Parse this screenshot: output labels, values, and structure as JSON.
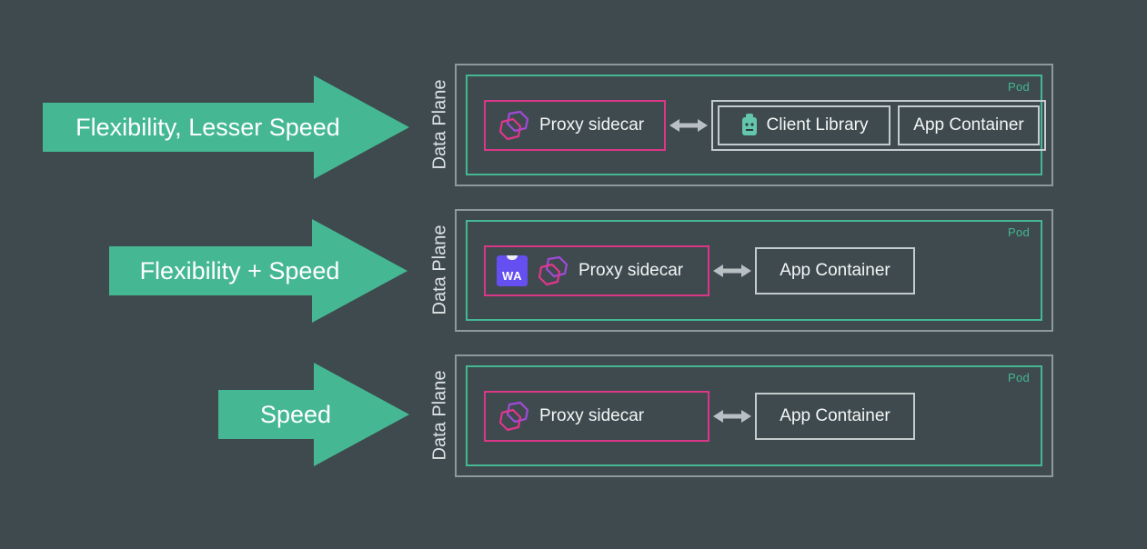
{
  "colors": {
    "background": "#3E4A4E",
    "accent_teal": "#45B893",
    "proxy_pink": "#DC3688",
    "envoy_purple": "#A04BD8",
    "wasm_purple": "#654FF0",
    "outer_border_gray": "#8F989B",
    "inner_border_light": "#C4CCCE",
    "connector_gray": "#B9C0C3",
    "text_white": "#FFFFFF"
  },
  "rows": [
    {
      "arrow_label": "Flexibility, Lesser Speed",
      "data_plane": "Data Plane",
      "pod": "Pod",
      "proxy": "Proxy sidecar",
      "client_library": "Client Library",
      "app_container": "App Container"
    },
    {
      "arrow_label": "Flexibility + Speed",
      "data_plane": "Data Plane",
      "pod": "Pod",
      "wasm": "WA",
      "proxy": "Proxy sidecar",
      "app_container": "App Container"
    },
    {
      "arrow_label": "Speed",
      "data_plane": "Data Plane",
      "pod": "Pod",
      "proxy": "Proxy sidecar",
      "app_container": "App Container"
    }
  ]
}
